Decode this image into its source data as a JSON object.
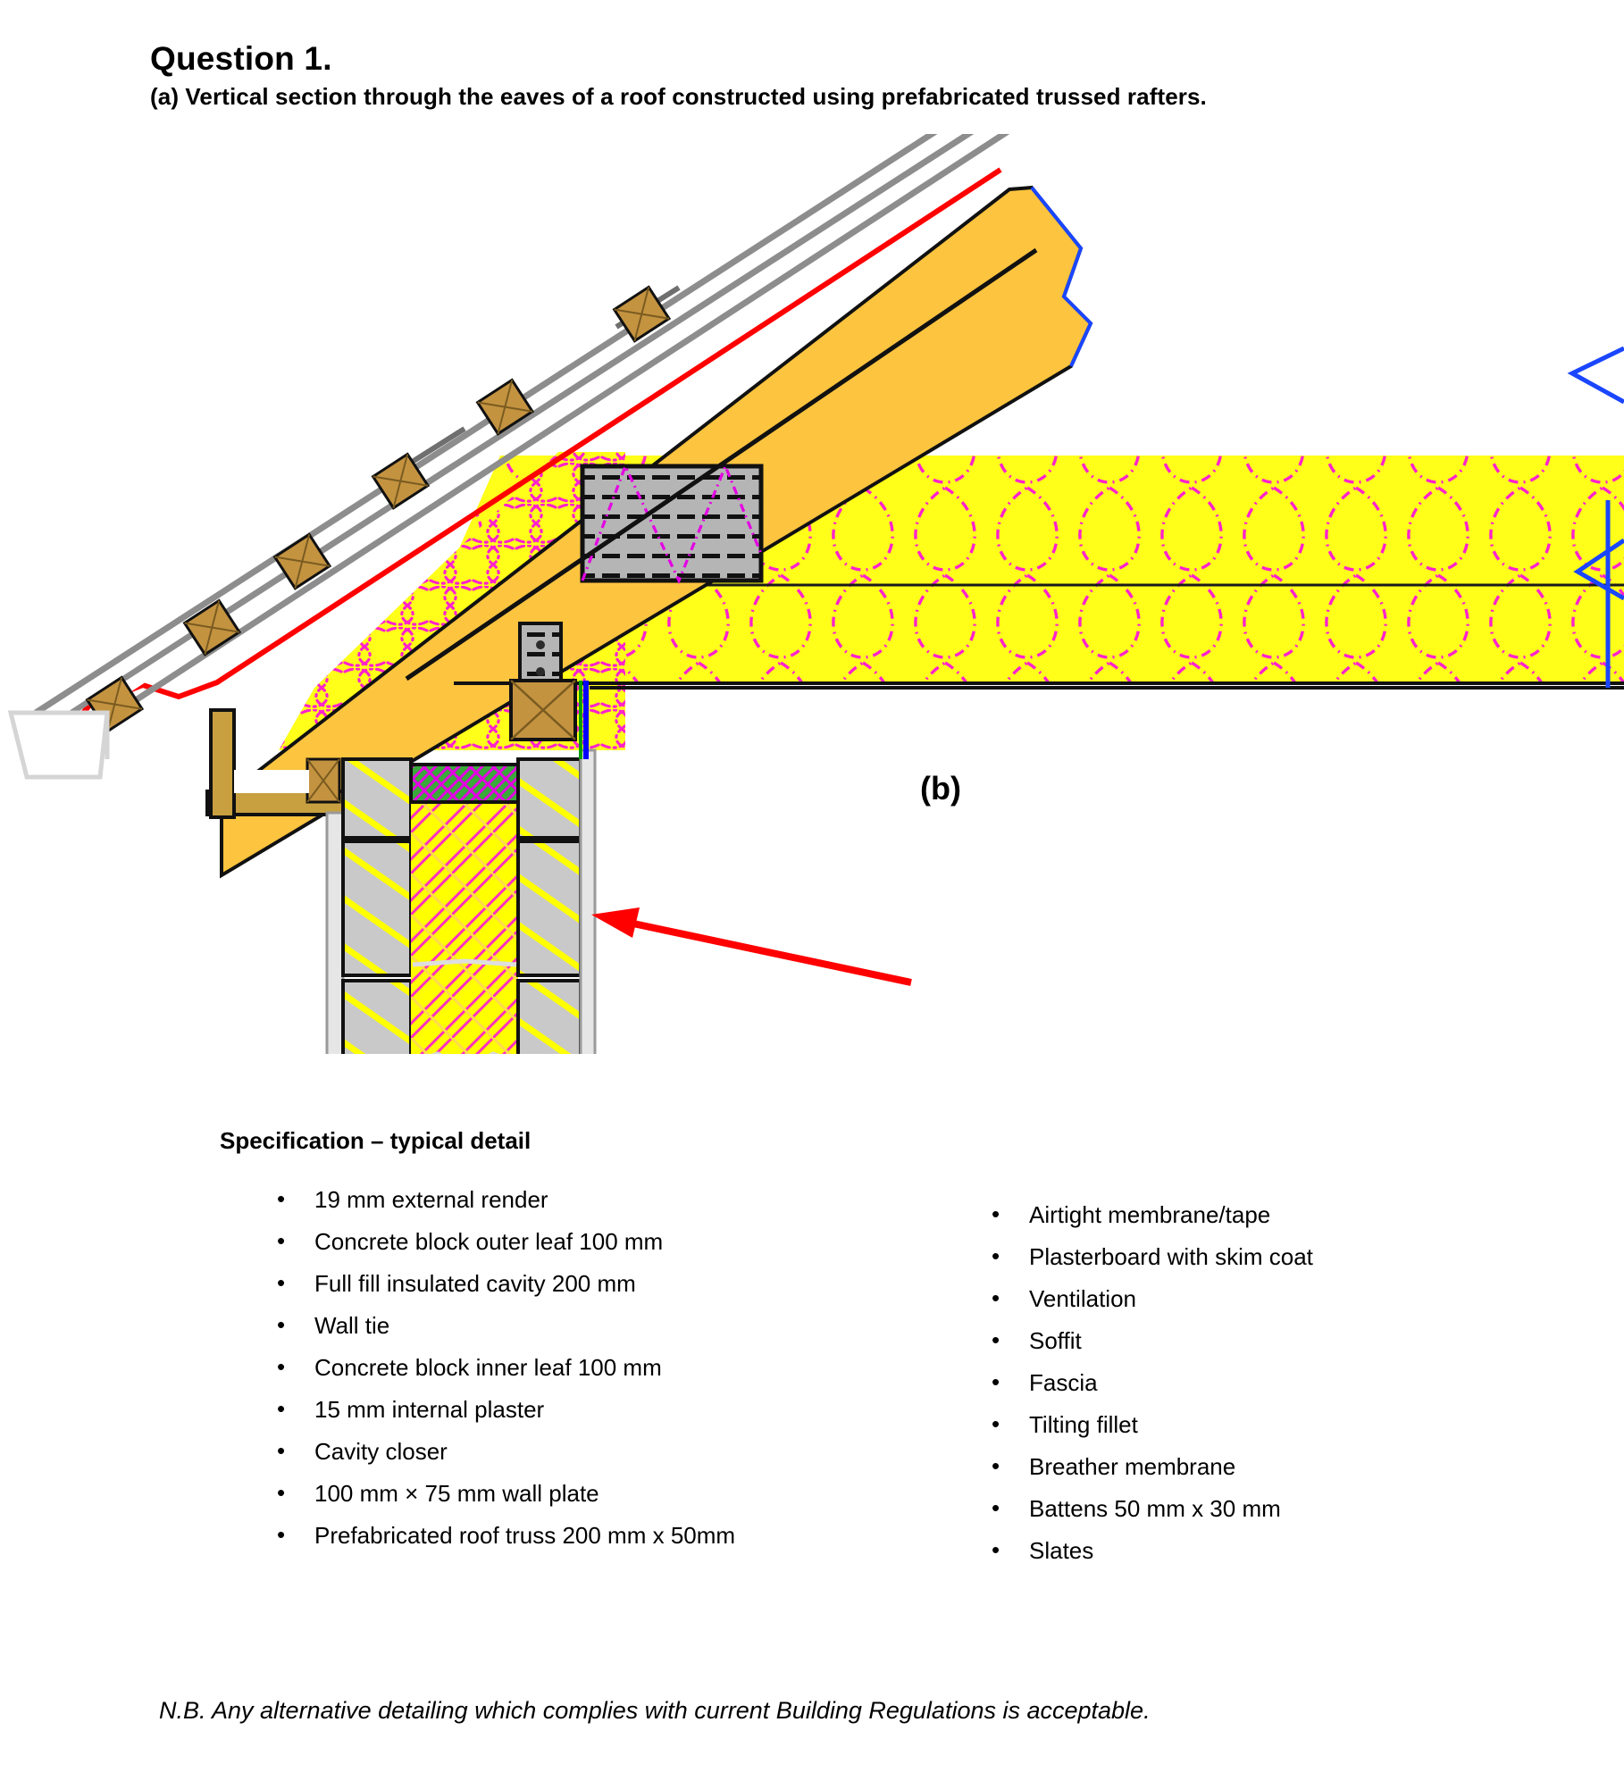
{
  "header": {
    "question_title": "Question 1.",
    "part_a": "(a)  Vertical section through the eaves of a roof constructed using prefabricated trussed rafters."
  },
  "drawing": {
    "callout_label": "(b)",
    "description": "Vertical section through eaves: slated pitched roof on battens over breather membrane, prefabricated trussed rafter, quilt insulation at ceiling level, cavity masonry wall with full fill insulation, fascia, soffit, gutter and wall plate.",
    "components": [
      {
        "name": "slates",
        "color": "#9a9a9a"
      },
      {
        "name": "battens",
        "color": "#c29a44"
      },
      {
        "name": "breather-membrane",
        "color": "#ff0000"
      },
      {
        "name": "roof-truss-rafter",
        "color": "#fdc councils"
      },
      {
        "name": "quilt-insulation",
        "color": "#ffff00"
      },
      {
        "name": "insulation-hatch",
        "color": "#ff00ff"
      },
      {
        "name": "truss-nail-plate",
        "color": "#b3b3b3"
      },
      {
        "name": "concrete-block",
        "color": "#c8c8c8"
      },
      {
        "name": "cavity-closer",
        "color": "#3aa33a"
      },
      {
        "name": "airtight-membrane",
        "color": "#0000ff"
      },
      {
        "name": "section-break-line",
        "color": "#0033cc"
      },
      {
        "name": "gutter",
        "color": "#efefef"
      }
    ]
  },
  "specification": {
    "title": "Specification – typical detail",
    "left_items": [
      "19 mm external render",
      "Concrete block outer leaf 100 mm",
      "Full fill insulated cavity 200 mm",
      "Wall tie",
      "Concrete block inner leaf 100 mm",
      "15 mm internal plaster",
      "Cavity closer",
      "100 mm × 75 mm wall plate",
      "Prefabricated roof truss 200 mm x 50mm"
    ],
    "right_items": [
      "Airtight membrane/tape",
      "Plasterboard with skim coat",
      "Ventilation",
      "Soffit",
      "Fascia",
      "Tilting fillet",
      "Breather membrane",
      "Battens 50 mm x 30 mm",
      "Slates"
    ]
  },
  "footer": {
    "note": "N.B. Any alternative detailing which complies with current Building Regulations is acceptable."
  }
}
